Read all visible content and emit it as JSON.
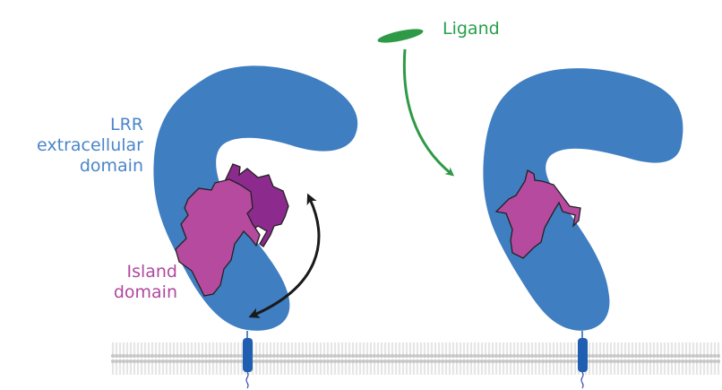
{
  "labels": {
    "lrr_line1": "LRR extracellular",
    "lrr_line2": "domain",
    "island_line1": "Island",
    "island_line2": "domain",
    "ligand": "Ligand"
  },
  "colors": {
    "receptor_blue": "#3f7ec1",
    "island_light": "#b64a9f",
    "island_dark": "#8c2a8e",
    "ligand_green": "#2e9a47",
    "arrow_black": "#1a1a1a",
    "membrane_gray": "#cfcfcf",
    "tm_blue": "#1f5eb0",
    "label_blue": "#4a86c8",
    "label_purple": "#b0489e",
    "label_green": "#27a04a"
  }
}
